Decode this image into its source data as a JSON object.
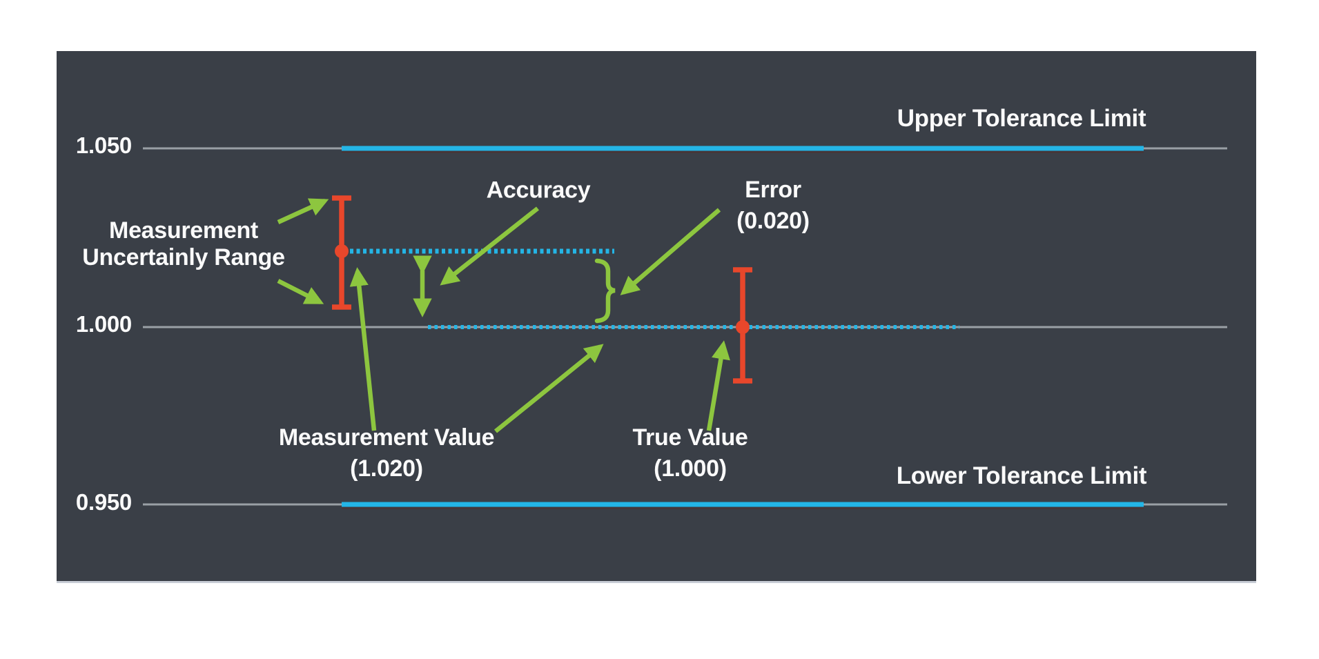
{
  "colors": {
    "page-bg": "#ffffff",
    "panel-bg": "#3a3f47",
    "gray-line": "#9aa0a6",
    "cyan": "#24b5e6",
    "red": "#e8472b",
    "green": "#8dc63f",
    "text": "#fafafa",
    "maroon": "#5a2a22",
    "panel-edge": "#c8cdd6"
  },
  "axis": {
    "tick_1050": "1.050",
    "tick_1000": "1.000",
    "tick_0950": "0.950"
  },
  "labels": {
    "upper_tolerance": "Upper Tolerance Limit",
    "lower_tolerance": "Lower Tolerance Limit",
    "accuracy": "Accuracy",
    "error": {
      "line1": "Error",
      "line2": "(0.020)"
    },
    "measurement_uncertainty": {
      "line1": "Measurement",
      "line2": "Uncertainly Range"
    },
    "measurement_value": {
      "line1": "Measurement Value",
      "line2": "(1.020)"
    },
    "true_value": {
      "line1": "True Value",
      "line2": "(1.000)"
    }
  },
  "chart_data": {
    "type": "line",
    "y_tick_labels": [
      "1.050",
      "1.000",
      "0.950"
    ],
    "y_ticks": [
      1.05,
      1.0,
      0.95
    ],
    "upper_tolerance_limit": 1.05,
    "lower_tolerance_limit": 0.95,
    "nominal_line": 1.0,
    "measurement_value": 1.02,
    "true_value": 1.0,
    "error": 0.02,
    "legend_position": "none",
    "grid": false,
    "elements": [
      {
        "name": "upper-tolerance-line",
        "value": 1.05,
        "style": "solid gray with cyan highlight",
        "label": "Upper Tolerance Limit"
      },
      {
        "name": "lower-tolerance-line",
        "value": 0.95,
        "style": "solid gray with cyan highlight",
        "label": "Lower Tolerance Limit"
      },
      {
        "name": "nominal-line",
        "value": 1.0,
        "style": "solid gray with cyan dotted overlay"
      },
      {
        "name": "measurement-error-bar",
        "center_value": 1.02,
        "marker": "red dot with vertical uncertainty bar",
        "annotation": "Measurement Uncertainly Range"
      },
      {
        "name": "true-value-error-bar",
        "center_value": 1.0,
        "marker": "red dot with vertical uncertainty bar",
        "annotation": "True Value (1.000)"
      },
      {
        "name": "measurement-dotted-line",
        "value": 1.02,
        "style": "cyan dotted"
      },
      {
        "name": "accuracy-double-arrow",
        "from_value": 1.02,
        "to_value": 1.0,
        "annotation": "Accuracy"
      },
      {
        "name": "error-brace",
        "from_value": 1.02,
        "to_value": 1.0,
        "annotation": "Error (0.020)"
      }
    ]
  }
}
